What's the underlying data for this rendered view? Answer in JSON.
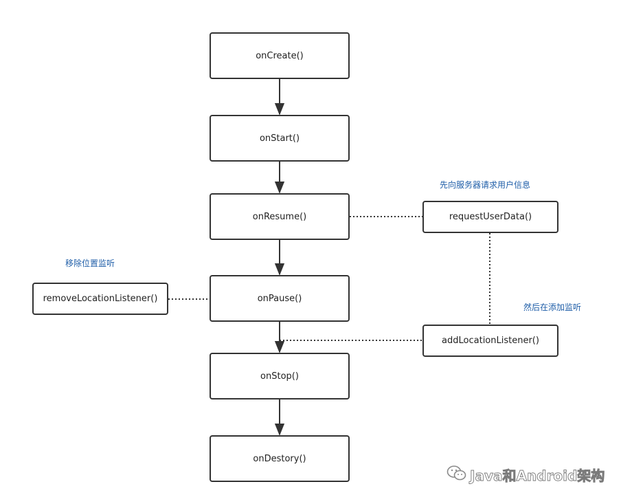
{
  "lifecycle": {
    "on_create": "onCreate()",
    "on_start": "onStart()",
    "on_resume": "onResume()",
    "on_pause": "onPause()",
    "on_stop": "onStop()",
    "on_destroy": "onDestory()"
  },
  "side_nodes": {
    "request_user_data": "requestUserData()",
    "add_location_listener": "addLocationListener()",
    "remove_location_listener": "removeLocationListener()"
  },
  "notes": {
    "request_first": "先向服务器请求用户信息",
    "then_add_listener": "然后在添加监听",
    "remove_listener": "移除位置监听"
  },
  "watermark": {
    "text": "Java和Android架构",
    "icon": "wechat-icon"
  },
  "colors": {
    "box_border": "#333333",
    "note_text": "#1f5ea8",
    "watermark": "#8a8a8a"
  }
}
